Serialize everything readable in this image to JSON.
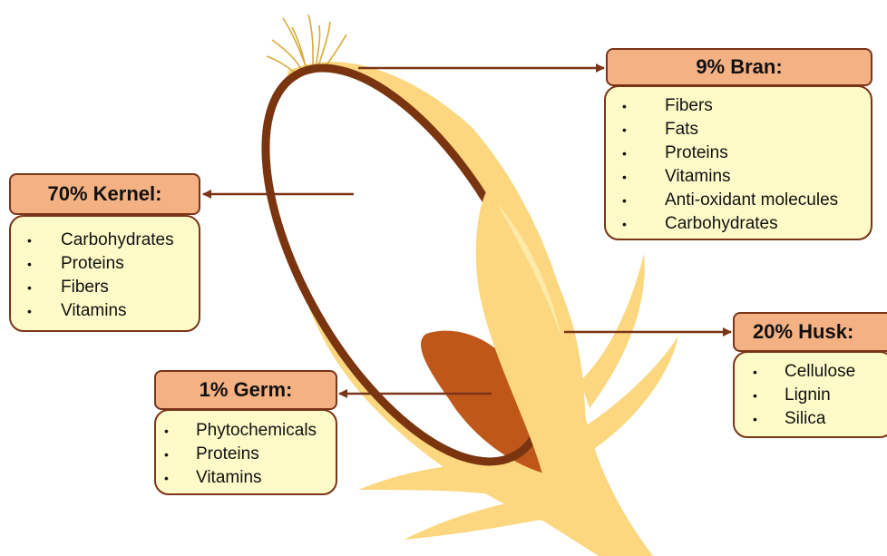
{
  "colors": {
    "husk": "#fcd77f",
    "husk_light": "#fde9a9",
    "bran_ring": "#7a3510",
    "germ": "#c0571a",
    "silk": "#d9a93a",
    "arrow": "#7a3418",
    "header_fill": "#f4b183",
    "box_fill": "#fffbc8",
    "border": "#7a3418"
  },
  "parts": {
    "bran": {
      "title": "9% Bran:",
      "items": [
        "Fibers",
        "Fats",
        "Proteins",
        "Vitamins",
        "Anti-oxidant molecules",
        "Carbohydrates"
      ]
    },
    "kernel": {
      "title": "70% Kernel:",
      "items": [
        "Carbohydrates",
        "Proteins",
        "Fibers",
        "Vitamins"
      ]
    },
    "germ": {
      "title": "1% Germ:",
      "items": [
        "Phytochemicals",
        "Proteins",
        "Vitamins"
      ]
    },
    "husk": {
      "title": "20% Husk:",
      "items": [
        "Cellulose",
        "Lignin",
        "Silica"
      ]
    }
  },
  "bullet_glyph": "•"
}
